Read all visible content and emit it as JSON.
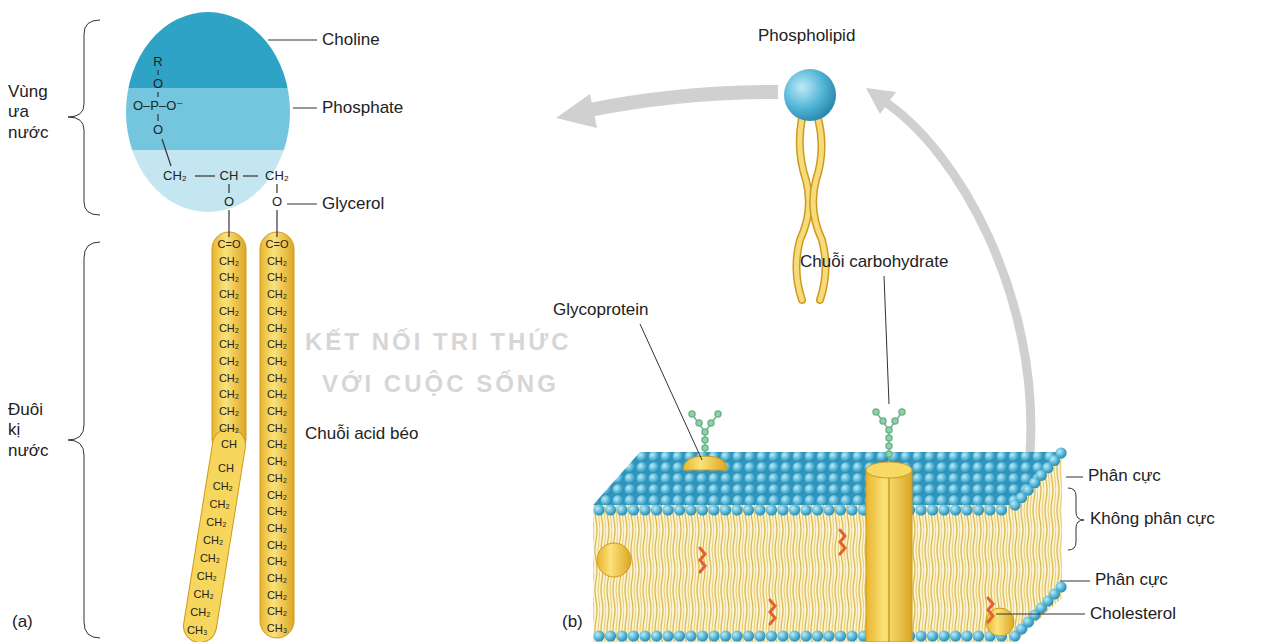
{
  "diagram": {
    "labels": [
      "Vùng ưa nước",
      "Choline",
      "Phosphate",
      "Glycerol",
      "R",
      "O",
      "O–P–O⁻",
      "O",
      "CH₂",
      "CH",
      "CH₂",
      "O",
      "O",
      "C=O",
      "CH₂",
      "CH₂",
      "CH₂",
      "CH₂",
      "CH₂",
      "CH₂",
      "CH₂",
      "CH₂",
      "CH₂",
      "CH₂",
      "CH₂",
      "CH",
      "CH",
      "CH₂",
      "CH₂",
      "CH₂",
      "CH₂",
      "CH₂",
      "CH₂",
      "CH₂",
      "CH₂",
      "CH₃",
      "C=O",
      "CH₂",
      "CH₂",
      "CH₂",
      "CH₂",
      "CH₂",
      "CH₂",
      "CH₂",
      "CH₂",
      "CH₂",
      "CH₂",
      "CH₂",
      "CH₂",
      "CH₂",
      "CH₂",
      "CH₂",
      "CH₂",
      "CH₂",
      "CH₂",
      "CH₂",
      "CH₂",
      "CH₂",
      "CH₂",
      "CH₃",
      "Đuôi kị nước",
      "Chuỗi acid béo",
      "(a)",
      "Phospholipid",
      "Chuỗi carbohydrate",
      "Glycoprotein",
      "Phân cực",
      "Không phân cực",
      "Phân cực",
      "Cholesterol",
      "(b)",
      "KẾT NỐI TRI THỨC",
      "VỚI CUỘC SỐNG"
    ]
  }
}
